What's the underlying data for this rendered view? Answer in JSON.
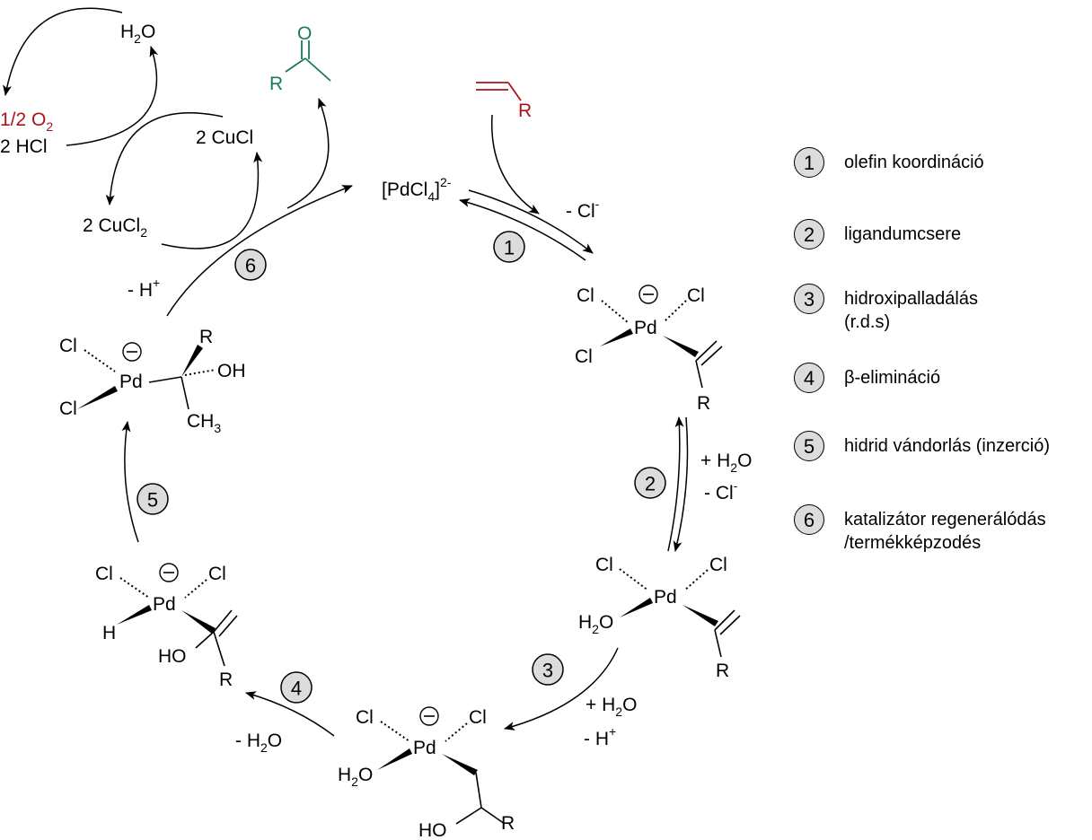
{
  "complexes": {
    "pdcl4": {
      "left": "[PdCl",
      "sub": "4",
      "right": "]",
      "sup": "2-"
    },
    "c1": {
      "cl_a": "Cl",
      "cl_b": "Cl",
      "cl_c": "Cl",
      "pd": "Pd",
      "r": "R"
    },
    "c2": {
      "cl_a": "Cl",
      "cl_b": "Cl",
      "h2o": "H",
      "h2o_sub": "2",
      "h2o_o": "O",
      "pd": "Pd",
      "r": "R"
    },
    "c3": {
      "cl_a": "Cl",
      "cl_b": "Cl",
      "h2o": "H",
      "h2o_sub": "2",
      "h2o_o": "O",
      "pd": "Pd",
      "ho": "HO",
      "r": "R"
    },
    "c4": {
      "cl_a": "Cl",
      "cl_b": "Cl",
      "h": "H",
      "pd": "Pd",
      "ho": "HO",
      "r": "R"
    },
    "c5": {
      "cl_a": "Cl",
      "cl_b": "Cl",
      "pd": "Pd",
      "r": "R",
      "oh": "OH",
      "ch": "CH",
      "ch_sub": "3"
    }
  },
  "reagents": {
    "step1": {
      "text": "- Cl",
      "sup": "-"
    },
    "step2_a": {
      "text": "+ H",
      "sub": "2",
      "after": "O"
    },
    "step2_b": {
      "text": "- Cl",
      "sup": "-"
    },
    "step3_a": {
      "text": "+ H",
      "sub": "2",
      "after": "O"
    },
    "step3_b": {
      "text": "- H",
      "sup": "+"
    },
    "step4": {
      "text": "- H",
      "sub": "2",
      "after": "O"
    },
    "step6": {
      "text": "- H",
      "sup": "+"
    }
  },
  "copper_cycle": {
    "h2o": {
      "text": "H",
      "sub": "2",
      "after": "O"
    },
    "o2": {
      "text": "1/2 O",
      "sub": "2"
    },
    "hcl": "2 HCl",
    "cucl": "2 CuCl",
    "cucl2": {
      "text": "2 CuCl",
      "sub": "2"
    }
  },
  "product": {
    "o": "O",
    "r": "R"
  },
  "alkene": {
    "r": "R"
  },
  "step_numbers": [
    "1",
    "2",
    "3",
    "4",
    "5",
    "6"
  ],
  "legend": [
    {
      "num": "1",
      "lines": [
        "olefin koordináció"
      ]
    },
    {
      "num": "2",
      "lines": [
        "ligandumcsere"
      ]
    },
    {
      "num": "3",
      "lines": [
        "hidroxipalladálás",
        "(r.d.s)"
      ]
    },
    {
      "num": "4",
      "lines": [
        "β-elimináció"
      ]
    },
    {
      "num": "5",
      "lines": [
        "hidrid vándorlás (inzerció)"
      ]
    },
    {
      "num": "6",
      "lines": [
        "katalizátor regenerálódás",
        "/termékképzodés"
      ]
    }
  ],
  "colors": {
    "reactant": "#a8151b",
    "product": "#1b7a55",
    "circle_fill": "#dcdcdc"
  }
}
